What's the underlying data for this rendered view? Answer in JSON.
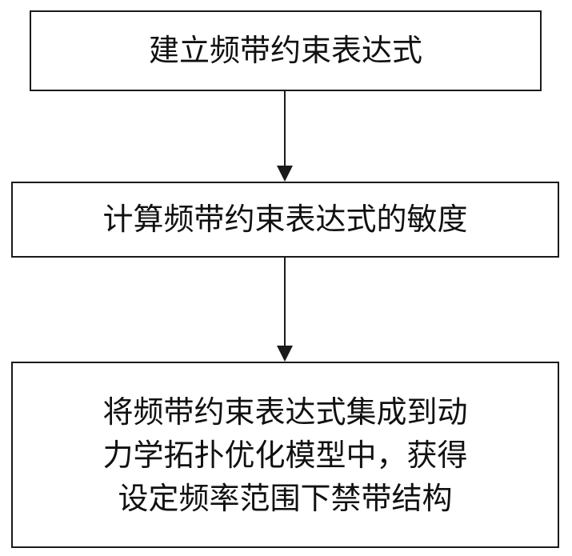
{
  "flowchart": {
    "steps": [
      {
        "label": "建立频带约束表达式"
      },
      {
        "label": "计算频带约束表达式的敏度"
      },
      {
        "lines": [
          "将频带约束表达式集成到动",
          "力学拓扑优化模型中，获得",
          "设定频率范围下禁带结构"
        ]
      }
    ]
  }
}
